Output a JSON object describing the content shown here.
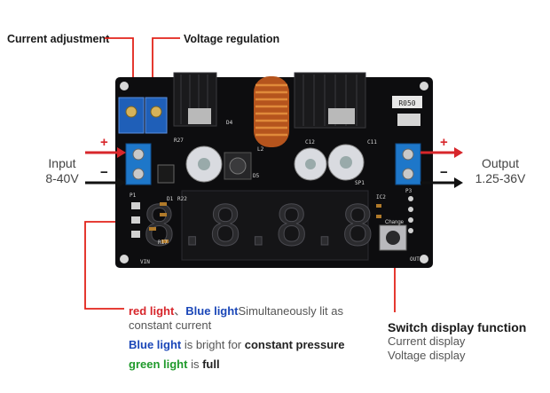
{
  "callouts": {
    "current_adjustment": "Current adjustment",
    "voltage_regulation": "Voltage regulation"
  },
  "input": {
    "label": "Input",
    "range": "8-40V",
    "plus": "+",
    "minus": "−"
  },
  "output": {
    "label": "Output",
    "range": "1.25-36V",
    "plus": "+",
    "minus": "−"
  },
  "indicators": {
    "line1": {
      "red": "red light",
      "sep": "、",
      "blue": "Blue light",
      "rest": "Simultaneously lit as"
    },
    "line2": "constant current",
    "line3": {
      "blue": "Blue light",
      "mid": " is bright for ",
      "bold": "constant pressure"
    },
    "line4": {
      "green": "green light",
      "mid": " is ",
      "bold": "full"
    }
  },
  "switch": {
    "title": "Switch display function",
    "lines": [
      "Current display",
      "Voltage display"
    ]
  },
  "board": {
    "display_digits": "8.8.8.8.",
    "silk": [
      "Change",
      "R050",
      "OUT",
      "VIN",
      "P1",
      "P3",
      "L2",
      "C12",
      "C11",
      "D1",
      "D4",
      "D5",
      "IC2",
      "R17",
      "R22",
      "R27",
      "SP1"
    ]
  },
  "colors": {
    "plus_arrow": "#d7262b",
    "minus_arrow": "#111111",
    "callout_line": "#e2231a",
    "pcb": "#0d0d0f",
    "terminal": "#1e77c9",
    "digit": "#ff3b30"
  }
}
